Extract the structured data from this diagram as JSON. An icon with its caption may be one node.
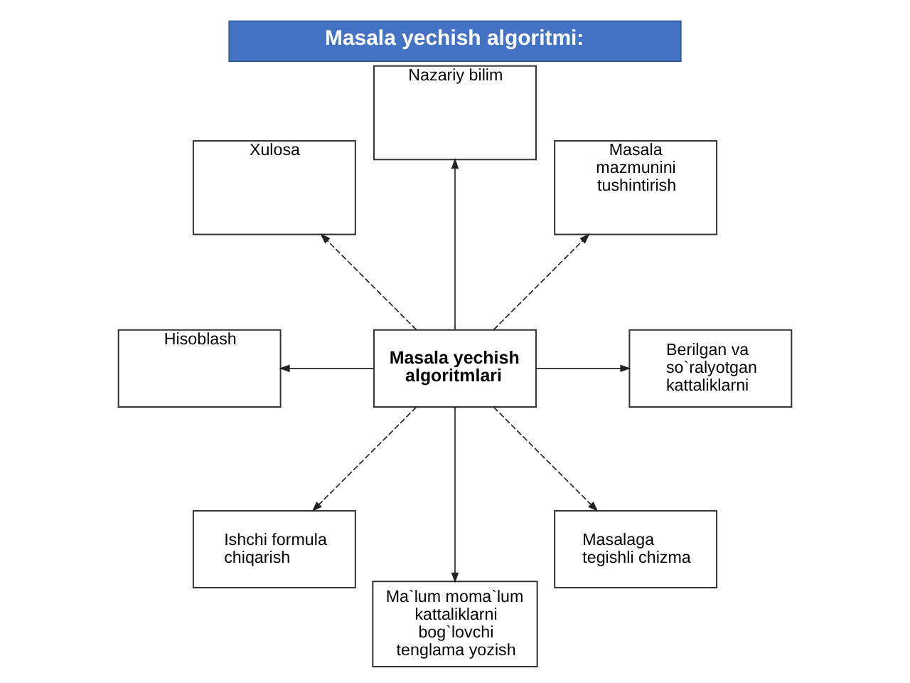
{
  "diagram": {
    "title": "Masala yechish algoritmi:",
    "nodes": [
      {
        "text": [
          "Xulosa"
        ]
      },
      {
        "text": [
          "Nazariy bilim"
        ]
      },
      {
        "text": [
          "Masala mazmunini tushintirish"
        ]
      },
      {
        "text": [
          "Hisoblash"
        ]
      },
      {
        "text": [
          "Masala yechish algoritmlari"
        ]
      },
      {
        "text": [
          "Berilgan va so`ralyotgan kattaliklarni"
        ]
      },
      {
        "text": [
          "Ishchi formula chiqarish"
        ]
      },
      {
        "text": [
          "Ma`lum moma`lum kattaliklarni bog`lovchi tenglama yozish"
        ]
      },
      {
        "text": [
          "Masalaga tegishli chizma"
        ]
      }
    ],
    "edges": [
      {
        "from": 4,
        "to": 0,
        "arrow": "to",
        "style": "dashed"
      },
      {
        "from": 4,
        "to": 1,
        "arrow": "to"
      },
      {
        "from": 4,
        "to": 2,
        "arrow": "to",
        "style": "dashed"
      },
      {
        "from": 4,
        "to": 3,
        "arrow": "to"
      },
      {
        "from": 4,
        "to": 5,
        "arrow": "to"
      },
      {
        "from": 4,
        "to": 6,
        "arrow": "to",
        "style": "dashed"
      },
      {
        "from": 4,
        "to": 7,
        "arrow": "to"
      },
      {
        "from": 4,
        "to": 8,
        "arrow": "to",
        "style": "dashed"
      }
    ]
  }
}
